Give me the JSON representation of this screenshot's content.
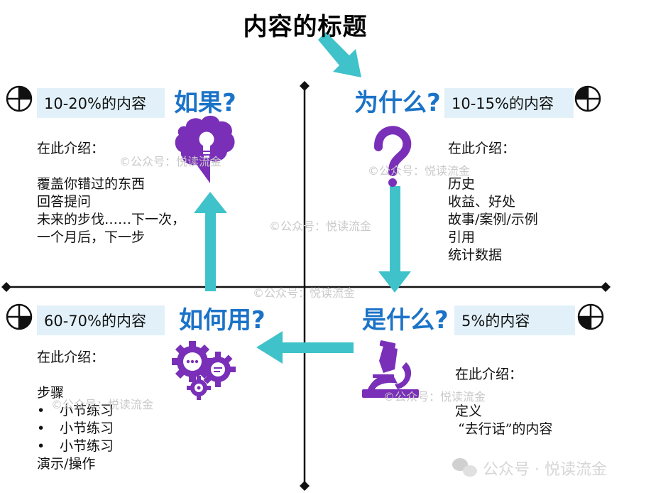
{
  "title": "内容的标题",
  "colors": {
    "accent_teal": "#3fc2c9",
    "title_blue": "#1b73c8",
    "icon_purple": "#7a2fb8",
    "label_box": "#e2f1f9"
  },
  "quadrants": {
    "top_left": {
      "question": "如果?",
      "percent": "10-20%的内容",
      "intro": "在此介绍：",
      "lines": [
        "覆盖你错过的东西",
        "回答提问",
        "未来的步伐……下一次，",
        "一个月后，下一步"
      ],
      "icon": "brain-lightbulb-icon"
    },
    "top_right": {
      "question": "为什么?",
      "percent": "10-15%的内容",
      "intro": "在此介绍：",
      "lines": [
        "历史",
        "收益、好处",
        "故事/案例/示例",
        "引用",
        "统计数据"
      ],
      "icon": "question-mark-icon"
    },
    "bottom_right": {
      "question": "是什么?",
      "percent": "5%的内容",
      "intro": "在此介绍：",
      "lines": [
        "定义",
        "“去行话”的内容"
      ],
      "icon": "microscope-icon"
    },
    "bottom_left": {
      "question": "如何用?",
      "percent": "60-70%的内容",
      "intro": "在此介绍：",
      "heading": "步骤",
      "bullets": [
        "小节练习",
        "小节练习",
        "小节练习"
      ],
      "footer": "演示/操作",
      "bullet_char": "•",
      "icon": "gears-icon"
    }
  },
  "watermark": {
    "text": "©公众号：悦读流金",
    "wechat": "公众号 · 悦读流金"
  }
}
